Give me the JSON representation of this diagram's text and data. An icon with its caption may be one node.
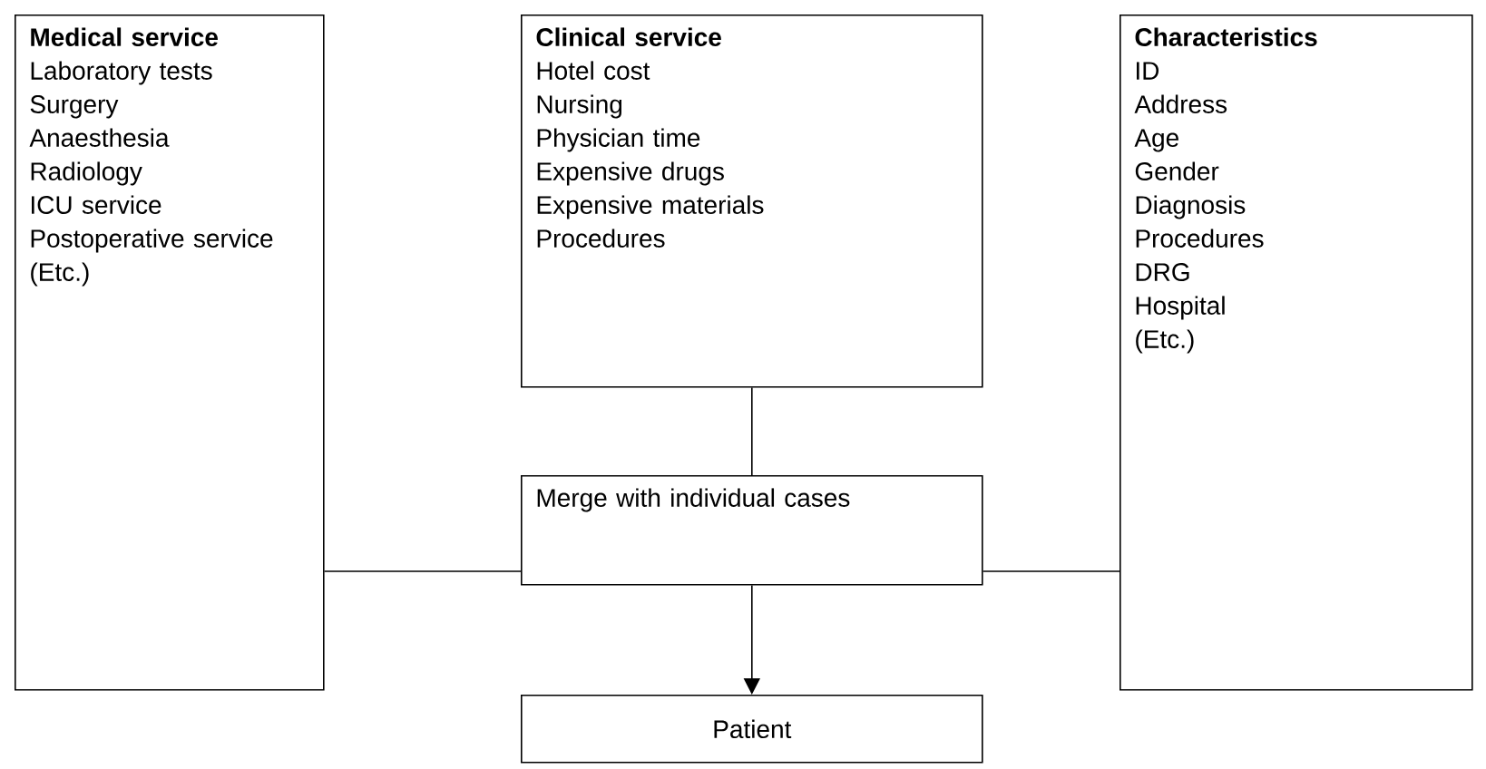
{
  "diagram": {
    "nodes": [
      {
        "text": [
          "Medical service",
          "Laboratory tests",
          "Surgery",
          "Anaesthesia",
          "Radiology",
          "ICU service",
          "Postoperative service",
          "(Etc.)"
        ]
      },
      {
        "text": [
          "Clinical service",
          "Hotel cost",
          "Nursing",
          "Physician time",
          "Expensive drugs",
          "Expensive materials",
          "Procedures"
        ]
      },
      {
        "text": [
          "Characteristics",
          "ID",
          "Address",
          "Age",
          "Gender",
          "Diagnosis",
          "Procedures",
          "DRG",
          "Hospital",
          "(Etc.)"
        ]
      },
      {
        "text": [
          "Merge with individual cases"
        ]
      },
      {
        "text": [
          "Patient"
        ]
      }
    ],
    "edges": [
      {
        "from": 0,
        "to": 3,
        "arrow": "none"
      },
      {
        "from": 1,
        "to": 3,
        "arrow": "none"
      },
      {
        "from": 2,
        "to": 3,
        "arrow": "none"
      },
      {
        "from": 3,
        "to": 4,
        "arrow": "to"
      }
    ]
  }
}
